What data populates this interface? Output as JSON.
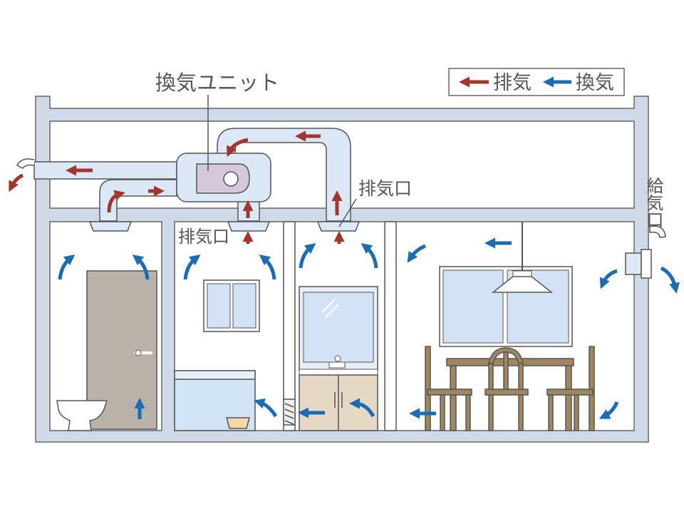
{
  "labels": {
    "unit": "換気ユニット",
    "exhaust_port_right": "排気口",
    "exhaust_port_left": "排気口",
    "supply_port": "給気口"
  },
  "legend": {
    "exhaust": "排気",
    "ventilation": "換気"
  },
  "colors": {
    "exhaust_arrow": "#a2362e",
    "ventilation_arrow": "#1d6bb3",
    "duct_fill": "#dce8f5",
    "duct_stroke": "#555555",
    "wall_fill": "#cfd9e8",
    "room_fill": "#ffffff",
    "unit_fill": "#d6c8dc",
    "door_fill": "#b8b2a9",
    "furniture": "#9d8660",
    "window_glass": "#d3e2f4",
    "bath_fill": "#d1e5f7"
  }
}
